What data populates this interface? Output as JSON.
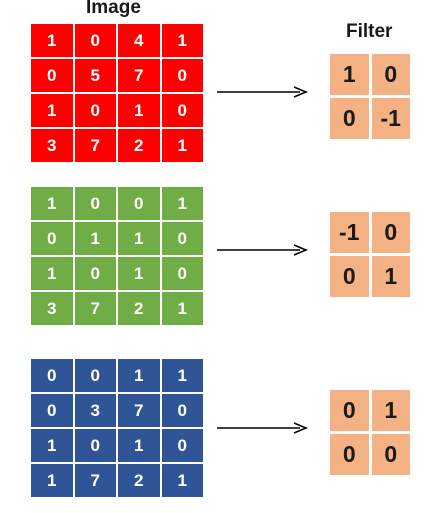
{
  "labels": {
    "image": "Image",
    "filter": "Filter"
  },
  "rows": [
    {
      "color": "#ff0000",
      "image": [
        [
          1,
          0,
          4,
          1
        ],
        [
          0,
          5,
          7,
          0
        ],
        [
          1,
          0,
          1,
          0
        ],
        [
          3,
          7,
          2,
          1
        ]
      ],
      "filter": [
        [
          1,
          0
        ],
        [
          0,
          -1
        ]
      ]
    },
    {
      "color": "#70ad47",
      "image": [
        [
          1,
          0,
          0,
          1
        ],
        [
          0,
          1,
          1,
          0
        ],
        [
          1,
          0,
          1,
          0
        ],
        [
          3,
          7,
          2,
          1
        ]
      ],
      "filter": [
        [
          -1,
          0
        ],
        [
          0,
          1
        ]
      ]
    },
    {
      "color": "#2f5597",
      "image": [
        [
          0,
          0,
          1,
          1
        ],
        [
          0,
          3,
          7,
          0
        ],
        [
          1,
          0,
          1,
          0
        ],
        [
          1,
          7,
          2,
          1
        ]
      ],
      "filter": [
        [
          0,
          1
        ],
        [
          0,
          0
        ]
      ]
    }
  ],
  "filter_color": "#f4b183"
}
